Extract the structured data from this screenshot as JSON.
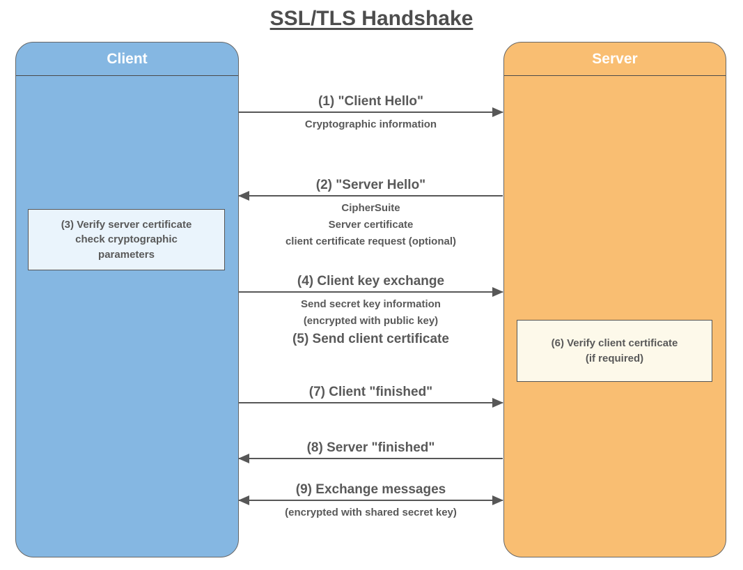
{
  "title": "SSL/TLS Handshake",
  "colors": {
    "pageBg": "#FFFFFF",
    "titleText": "#4D4D4D",
    "clientFill": "#85B7E2",
    "serverFill": "#F9BE72",
    "clientNoteFill": "#EAF4FC",
    "serverNoteFill": "#FDF9EA",
    "arrow": "#575757",
    "labelText": "#595959",
    "border": "#666666",
    "headerText": "#FFFFFF"
  },
  "client": {
    "label": "Client"
  },
  "server": {
    "label": "Server"
  },
  "client_note": {
    "lines": [
      "(3) Verify server certificate",
      "check cryptographic",
      "parameters"
    ]
  },
  "server_note": {
    "lines": [
      "(6) Verify client certificate",
      "(if required)"
    ]
  },
  "messages": [
    {
      "label": "(1) \"Client Hello\"",
      "direction": "right",
      "sub": [
        "Cryptographic information"
      ]
    },
    {
      "label": "(2) \"Server Hello\"",
      "direction": "left",
      "sub": [
        "CipherSuite",
        "Server certificate",
        "client certificate request (optional)"
      ]
    },
    {
      "label": "(4) Client key exchange",
      "direction": "right",
      "sub": [
        "Send secret key information",
        "(encrypted with public key)"
      ],
      "extra": "(5) Send client certificate"
    },
    {
      "label": "(7) Client \"finished\"",
      "direction": "right",
      "sub": []
    },
    {
      "label": "(8) Server \"finished\"",
      "direction": "left",
      "sub": []
    },
    {
      "label": "(9) Exchange messages",
      "direction": "both",
      "sub": [
        "(encrypted with shared secret key)"
      ]
    }
  ]
}
